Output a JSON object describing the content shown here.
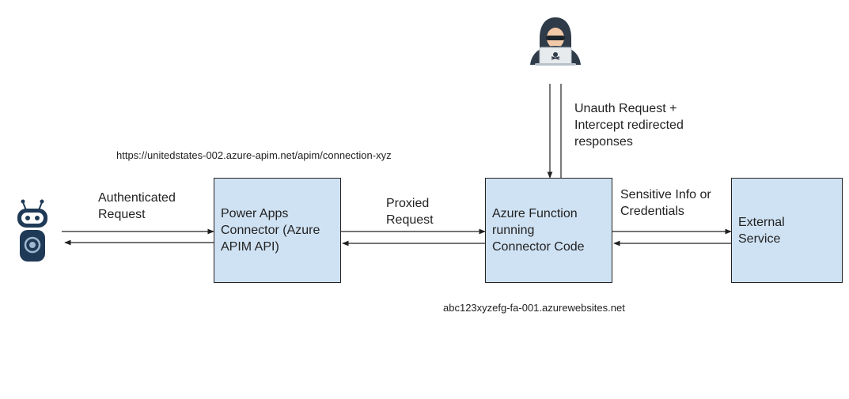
{
  "nodes": {
    "connector": {
      "label": "Power Apps\nConnector (Azure\nAPIM API)"
    },
    "function": {
      "label": "Azure Function\nrunning\nConnector Code"
    },
    "external": {
      "label": "External\nService"
    }
  },
  "edge_labels": {
    "authenticated": "Authenticated\nRequest",
    "proxied": "Proxied\nRequest",
    "sensitive": "Sensitive Info or\nCredentials",
    "unauth": "Unauth Request +\nIntercept redirected\nresponses"
  },
  "urls": {
    "apim": "https://unitedstates-002.azure-apim.net/apim/connection-xyz",
    "function": "abc123xyzefg-fa-001.azurewebsites.net"
  },
  "icons": {
    "client": "robot-icon",
    "attacker": "hacker-icon"
  },
  "colors": {
    "box_fill": "#cfe2f3",
    "box_stroke": "#222222",
    "robot_body": "#1f3a57",
    "hacker": "#2f3b48"
  }
}
